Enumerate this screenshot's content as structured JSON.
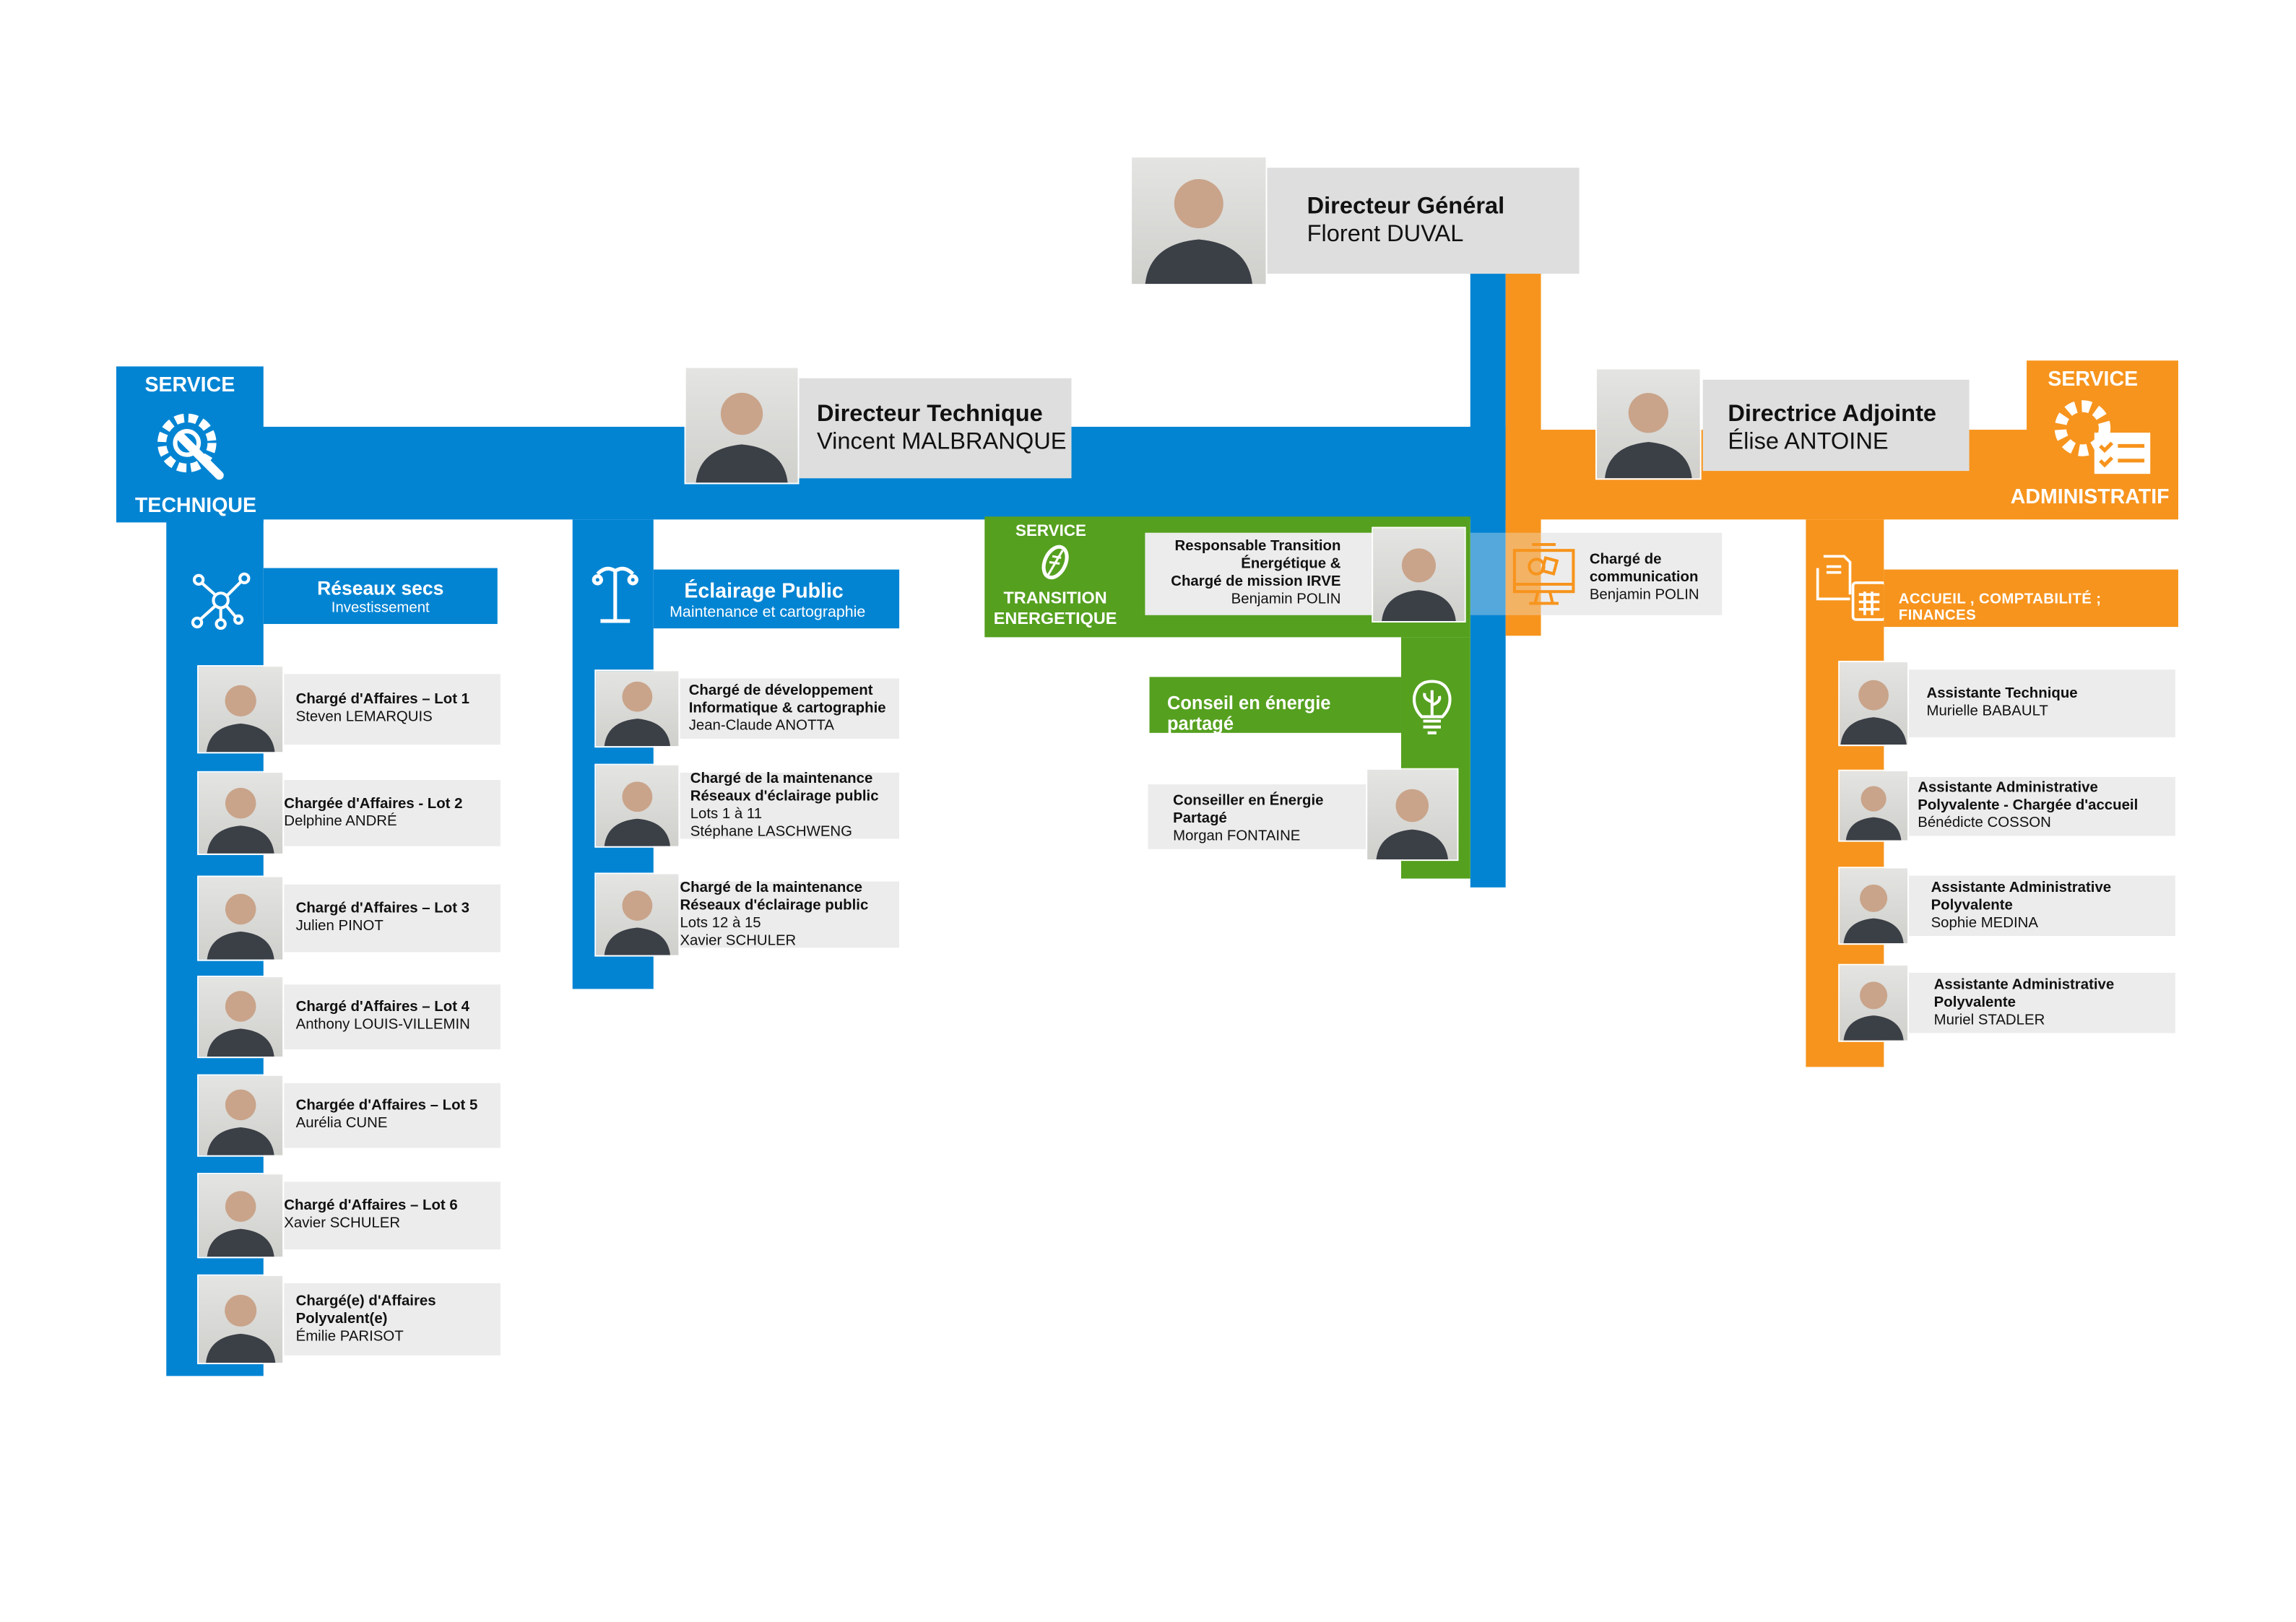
{
  "director_general": {
    "title": "Directeur Général",
    "name": "Florent DUVAL"
  },
  "director_technique": {
    "title": "Directeur Technique",
    "name": "Vincent MALBRANQUE"
  },
  "directrice_adjointe": {
    "title": "Directrice Adjointe",
    "name": "Élise ANTOINE"
  },
  "service_technique": {
    "top": "SERVICE",
    "bottom": "TECHNIQUE",
    "icon": "wrench-gear-icon"
  },
  "service_administratif": {
    "top": "SERVICE",
    "bottom": "ADMINISTRATIF",
    "icon": "gear-checklist-icon"
  },
  "service_transition": {
    "top": "SERVICE",
    "bottom": "TRANSITION\nENERGETIQUE",
    "icon": "leaf-icon"
  },
  "reseaux_secs": {
    "title": "Réseaux secs",
    "subtitle": "Investissement",
    "icon": "network-icon",
    "members": [
      {
        "title": "Chargé d'Affaires – Lot 1",
        "name": "Steven LEMARQUIS"
      },
      {
        "title": "Chargée d'Affaires - Lot 2",
        "name": "Delphine ANDRÉ"
      },
      {
        "title": "Chargé d'Affaires – Lot 3",
        "name": "Julien PINOT"
      },
      {
        "title": "Chargé d'Affaires – Lot 4",
        "name": "Anthony LOUIS-VILLEMIN"
      },
      {
        "title": "Chargée d'Affaires – Lot 5",
        "name": "Aurélia CUNE"
      },
      {
        "title": "Chargé d'Affaires – Lot 6",
        "name": "Xavier SCHULER"
      },
      {
        "title": "Chargé(e) d'Affaires\nPolyvalent(e)",
        "name": "Émilie PARISOT"
      }
    ]
  },
  "eclairage_public": {
    "title": "Éclairage Public",
    "subtitle": "Maintenance et cartographie",
    "icon": "street-lamp-icon",
    "members": [
      {
        "title": "Chargé de développement\nInformatique & cartographie",
        "name": "Jean-Claude ANOTTA"
      },
      {
        "title": "Chargé de la maintenance\nRéseaux d'éclairage public",
        "name": "Lots  1 à 11\nStéphane LASCHWENG"
      },
      {
        "title": "Chargé de la maintenance\nRéseaux d'éclairage public",
        "name": "Lots  12 à 15\nXavier SCHULER"
      }
    ]
  },
  "transition": {
    "responsable": {
      "title": "Responsable Transition\nÉnergétique &\nChargé de mission IRVE",
      "name": "Benjamin POLIN"
    },
    "conseil_label": "Conseil en énergie partagé",
    "conseil_icon": "lightbulb-plant-icon",
    "conseiller": {
      "title": "Conseiller en Énergie\nPartagé",
      "name": "Morgan FONTAINE"
    }
  },
  "communication": {
    "title": "Chargé de\ncommunication",
    "name": "Benjamin POLIN",
    "icon": "monitor-design-icon"
  },
  "administratif": {
    "header": "ACCUEIL , COMPTABILITÉ ; FINANCES",
    "icon": "folder-calculator-icon",
    "members": [
      {
        "title": "Assistante Technique",
        "name": "Murielle BABAULT"
      },
      {
        "title": "Assistante Administrative\nPolyvalente - Chargée d'accueil",
        "name": "Bénédicte COSSON"
      },
      {
        "title": "Assistante Administrative\nPolyvalente",
        "name": "Sophie MEDINA"
      },
      {
        "title": "Assistante Administrative\nPolyvalente",
        "name": "Muriel STADLER"
      }
    ]
  },
  "colors": {
    "technique": "#0384d3",
    "administratif": "#f7941d",
    "transition": "#55a01f"
  }
}
